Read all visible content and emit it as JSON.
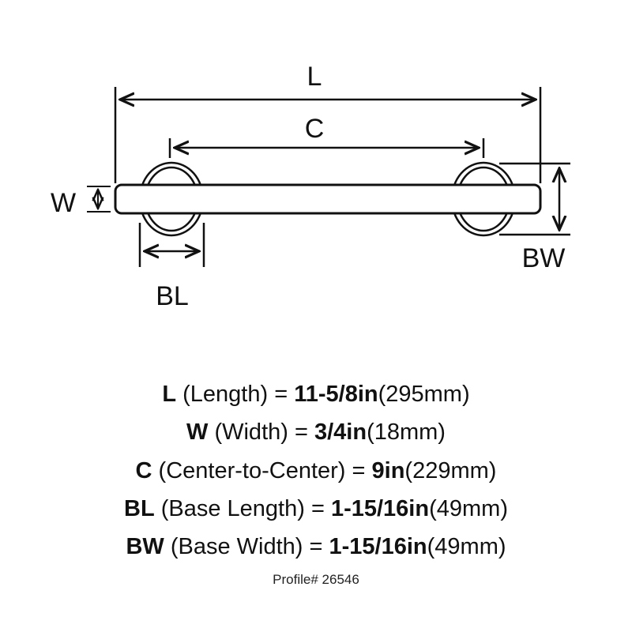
{
  "dimension_labels": {
    "length": "L",
    "center": "C",
    "width": "W",
    "base_length": "BL",
    "base_width": "BW"
  },
  "specs": [
    {
      "code": "L",
      "name": " (Length) = ",
      "value": "11-5/8in",
      "metric": "(295mm)"
    },
    {
      "code": "W",
      "name": " (Width) = ",
      "value": "3/4in",
      "metric": "(18mm)"
    },
    {
      "code": "C",
      "name": " (Center-to-Center) = ",
      "value": "9in",
      "metric": "(229mm)"
    },
    {
      "code": "BL",
      "name": " (Base Length) = ",
      "value": "1-15/16in",
      "metric": "(49mm)"
    },
    {
      "code": "BW",
      "name": " (Base Width) = ",
      "value": "1-15/16in",
      "metric": "(49mm)"
    }
  ],
  "profile": "Profile# 26546",
  "colors": {
    "line": "#111111",
    "background": "#ffffff"
  }
}
